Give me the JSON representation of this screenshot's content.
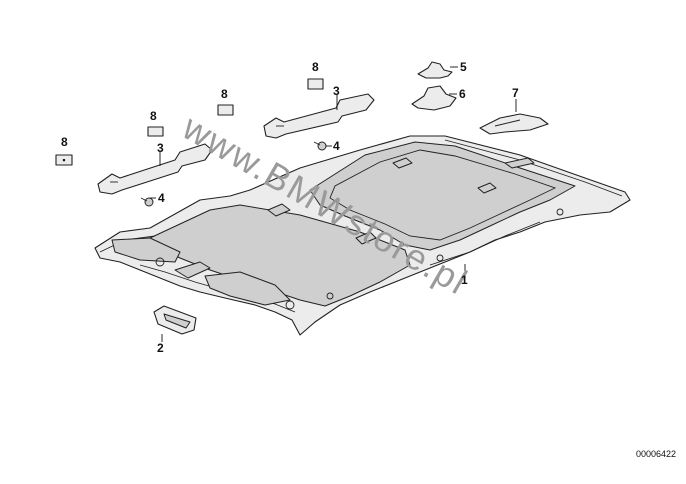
{
  "diagram": {
    "callouts": {
      "c1": "1",
      "c2": "2",
      "c3a": "3",
      "c3b": "3",
      "c4a": "4",
      "c4b": "4",
      "c5": "5",
      "c6": "6",
      "c7": "7",
      "c8a": "8",
      "c8b": "8",
      "c8c": "8",
      "c8d": "8"
    },
    "watermark": "www.BMWstore.pl",
    "reference_number": "00006422"
  }
}
